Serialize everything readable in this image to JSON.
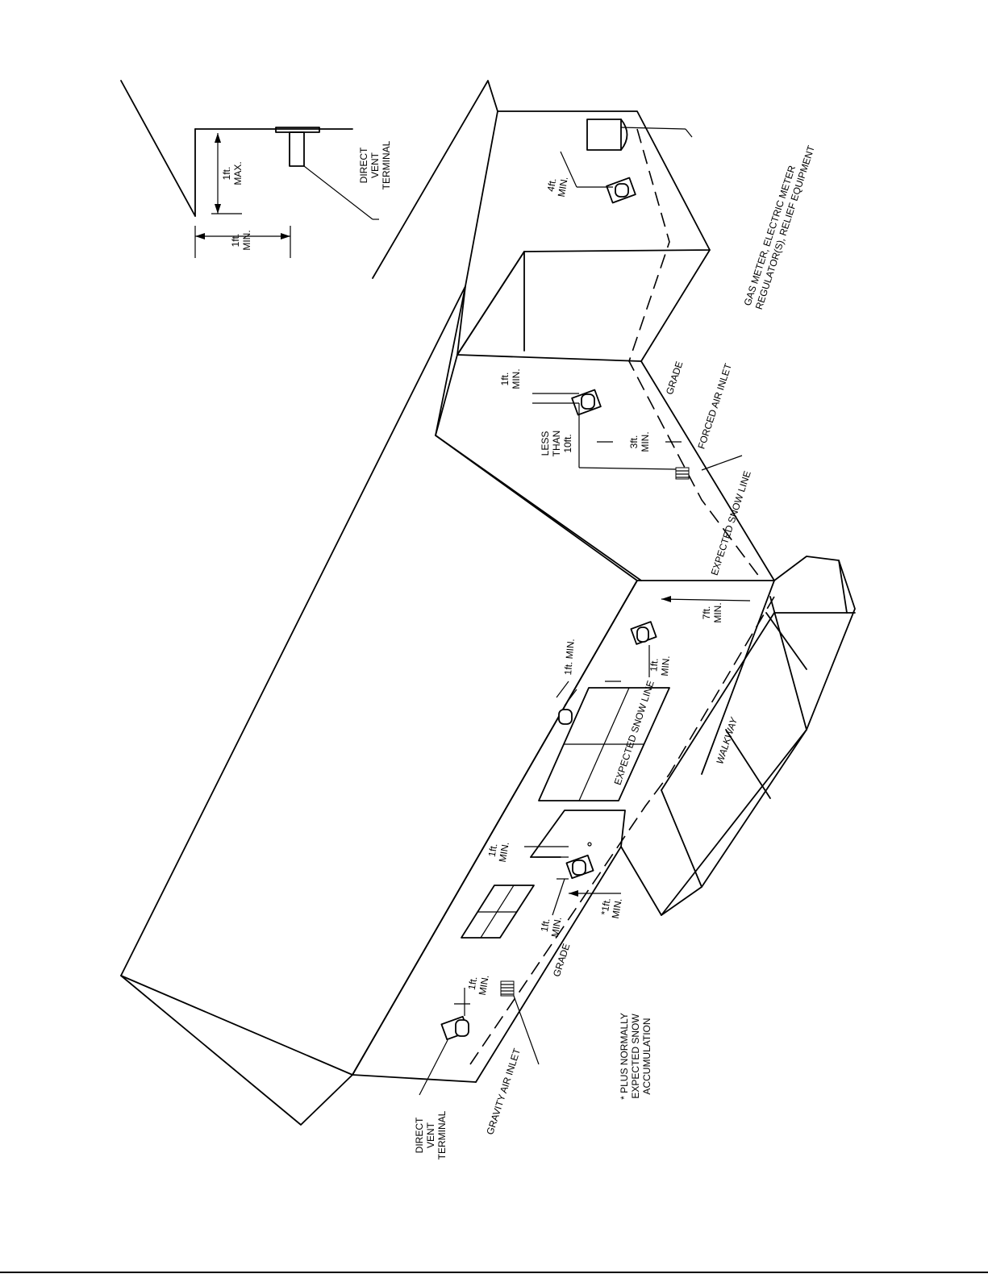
{
  "labels": {
    "inset_max": [
      "1ft.",
      "MAX."
    ],
    "inset_min": [
      "1ft.",
      "MIN."
    ],
    "inset_terminal": [
      "DIRECT",
      "VENT",
      "TERMINAL"
    ],
    "meter_clear": [
      "4ft.",
      "MIN."
    ],
    "gas_meter": [
      "GAS METER, ELECTRIC METER",
      "REGULATOR(S), RELIEF EQUIPMENT"
    ],
    "side_vent_clear": [
      "1ft.",
      "MIN."
    ],
    "less_than_10": [
      "LESS",
      "THAN",
      "10ft."
    ],
    "three_ft": [
      "3ft.",
      "MIN."
    ],
    "grade_right": "GRADE",
    "forced_air": "FORCED AIR INLET",
    "snow_line_side": "EXPECTED SNOW LINE",
    "seven_ft": [
      "7ft.",
      "MIN."
    ],
    "one_ft_min_top": "1ft. MIN.",
    "one_ft_min_window": [
      "1ft.",
      "MIN."
    ],
    "snow_line_front": "EXPECTED SNOW LINE",
    "walkway": "WALKWAY",
    "door_clear": [
      "1ft.",
      "MIN."
    ],
    "low_clear_a": [
      "1ft.",
      "MIN."
    ],
    "low_clear_b": [
      "*1ft.",
      "MIN."
    ],
    "grade_left": "GRADE",
    "left_vent_clear": [
      "1ft.",
      "MIN."
    ],
    "footnote": [
      "* PLUS NORMALLY",
      "EXPECTED SNOW",
      "ACCUMULATION"
    ],
    "gravity_air": "GRAVITY AIR INLET",
    "left_terminal": [
      "DIRECT",
      "VENT",
      "TERMINAL"
    ]
  }
}
